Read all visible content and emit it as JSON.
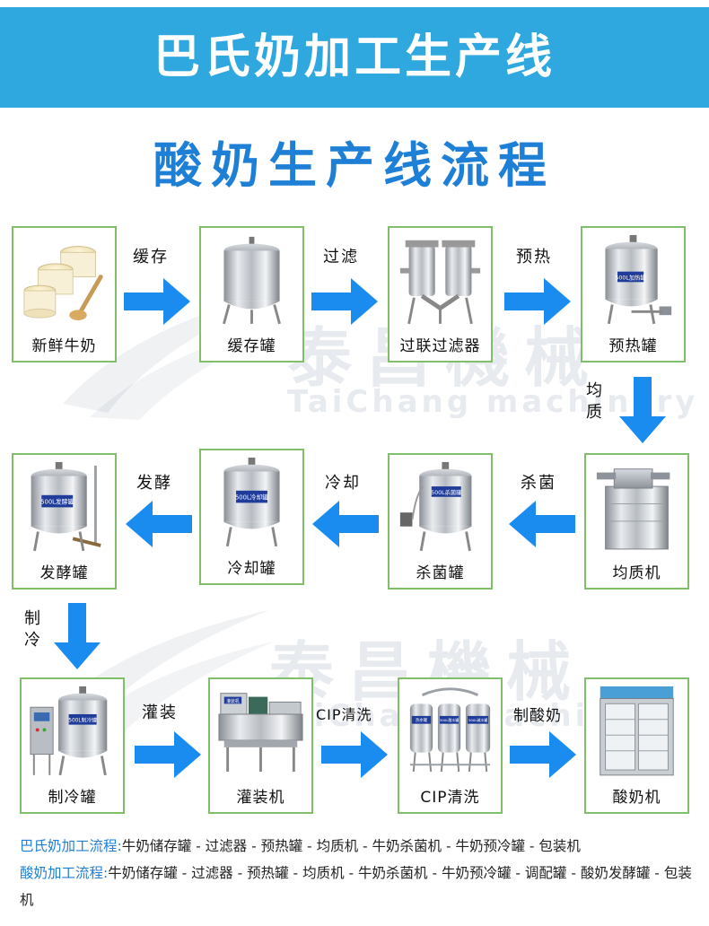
{
  "banner": {
    "title": "巴氏奶加工生产线"
  },
  "subtitle": "酸奶生产线流程",
  "watermark": {
    "cn": "泰昌機械",
    "en": "TaiChang machinery"
  },
  "steps": [
    {
      "label": "新鲜牛奶",
      "icon": "milk-jars-icon"
    },
    {
      "label": "缓存罐",
      "icon": "buffer-tank-icon"
    },
    {
      "label": "过联过滤器",
      "icon": "duplex-filter-icon"
    },
    {
      "label": "预热罐",
      "icon": "preheat-tank-icon"
    },
    {
      "label": "均质机",
      "icon": "homogenizer-icon"
    },
    {
      "label": "杀菌罐",
      "icon": "sterilizer-tank-icon"
    },
    {
      "label": "冷却罐",
      "icon": "cooling-tank-icon"
    },
    {
      "label": "发酵罐",
      "icon": "fermentation-tank-icon"
    },
    {
      "label": "制冷罐",
      "icon": "refrigeration-tank-icon"
    },
    {
      "label": "灌装机",
      "icon": "filling-machine-icon"
    },
    {
      "label": "CIP清洗",
      "icon": "cip-cleaning-icon"
    },
    {
      "label": "酸奶机",
      "icon": "yogurt-cabinet-icon"
    }
  ],
  "tank_plates": {
    "preheat": "500L加热罐",
    "sterilize": "500L杀菌罐",
    "cooling": "500L冷却罐",
    "ferment": "500L发酵罐",
    "refrigerate": "500L制冷罐",
    "filling": "灌装机",
    "cip_hot": "热水罐",
    "cip_acid": "500L酸水罐",
    "cip_lye": "500L碱水罐"
  },
  "arrows": [
    {
      "label": "缓存"
    },
    {
      "label": "过滤"
    },
    {
      "label": "预热"
    },
    {
      "label": "均质"
    },
    {
      "label": "杀菌"
    },
    {
      "label": "冷却"
    },
    {
      "label": "发酵"
    },
    {
      "label": "制冷"
    },
    {
      "label": "灌装"
    },
    {
      "label": "CIP清洗"
    },
    {
      "label": "制酸奶"
    }
  ],
  "footer": {
    "pasteur_title": "巴氏奶加工流程:",
    "pasteur_steps": "牛奶储存罐 - 过滤器 - 预热罐 - 均质机 - 牛奶杀菌机 - 牛奶预冷罐 - 包装机",
    "yogurt_title": "酸奶加工流程:",
    "yogurt_steps": "牛奶储存罐 - 过滤器 - 预热罐 - 均质机 - 牛奶杀菌机 - 牛奶预冷罐 - 调配罐 - 酸奶发酵罐 - 包装机"
  },
  "colors": {
    "banner": "#2fa8e0",
    "subtitle": "#1e7fd6",
    "arrow": "#1a8cf0",
    "frame": "#7fbf6a"
  }
}
